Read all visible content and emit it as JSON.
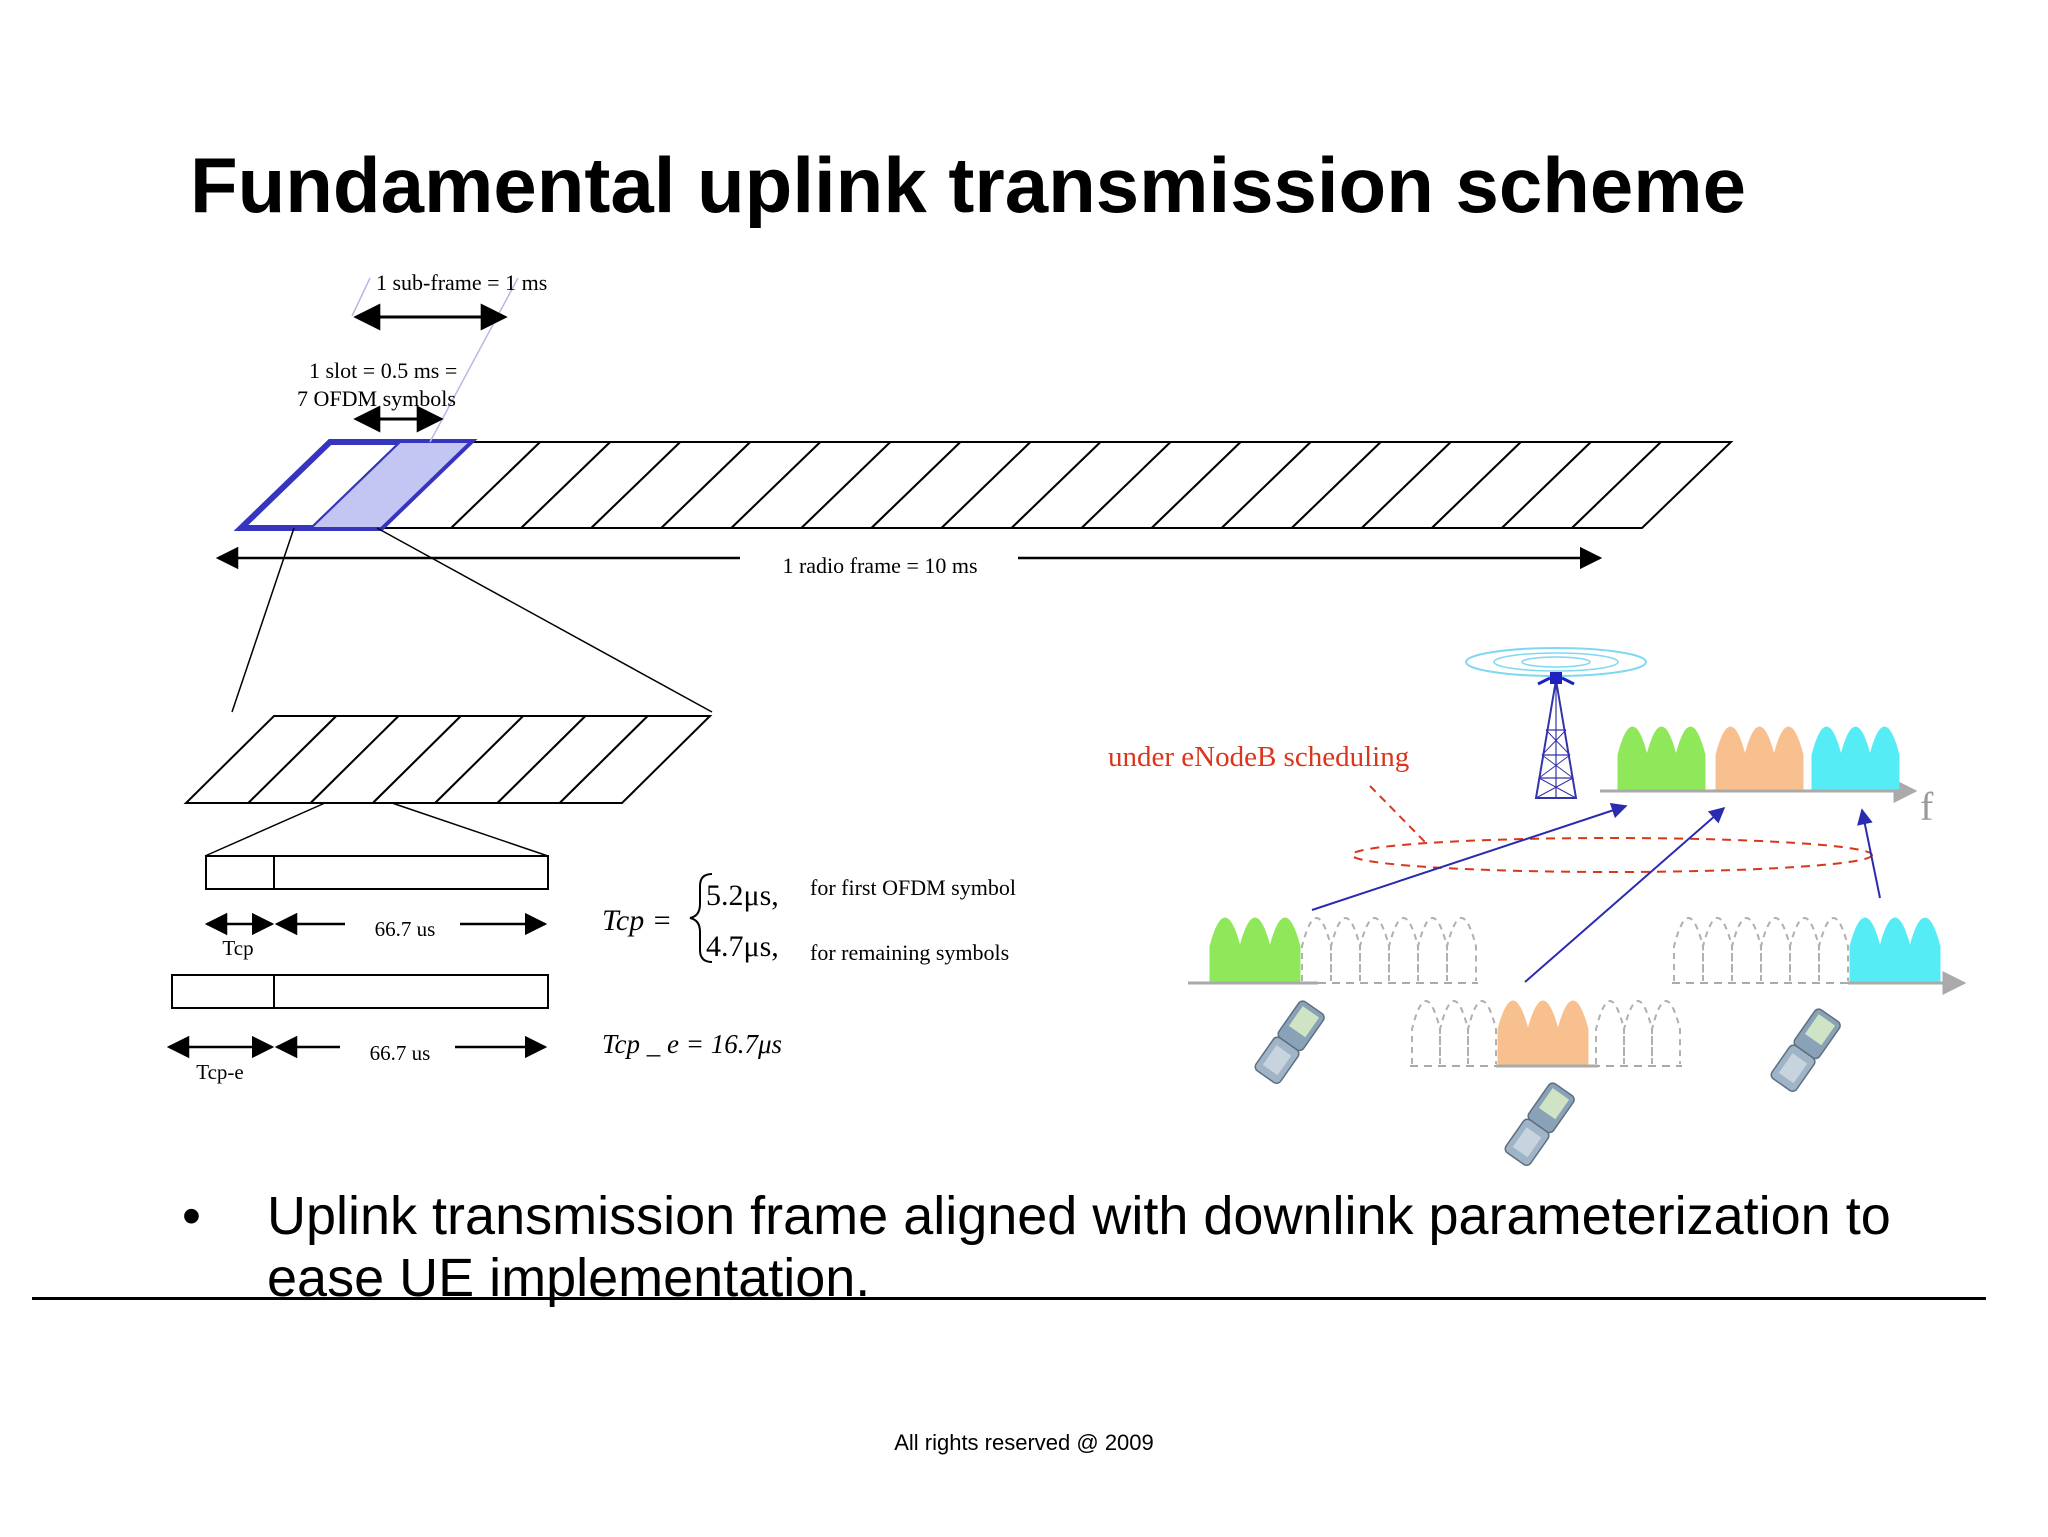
{
  "title": "Fundamental uplink transmission scheme",
  "frame_diagram": {
    "subframe_label": "1 sub-frame = 1 ms",
    "slot_label_line1": "1 slot = 0.5 ms =",
    "slot_label_line2": "7 OFDM symbols",
    "radio_frame_label": "1 radio frame = 10 ms",
    "subframe_count": 20,
    "symbols_per_slot": 7
  },
  "cp_diagram": {
    "normal_symbol_duration": "66.7 us",
    "normal_cp_label": "Tcp",
    "extended_symbol_duration": "66.7 us",
    "extended_cp_label": "Tcp-e"
  },
  "equations": {
    "tcp_lhs": "Tcp =",
    "tcp_value1": "5.2μs,",
    "tcp_cond1": "for first OFDM symbol",
    "tcp_value2": "4.7μs,",
    "tcp_cond2": "for remaining  symbols",
    "tcp_e": "Tcp _ e = 16.7μs"
  },
  "scheduling": {
    "label": "under eNodeB scheduling",
    "axis_label": "f",
    "colors": {
      "ue1": "#8fe85a",
      "ue2": "#f8c08f",
      "ue3": "#55ecf6",
      "label": "#d9361c",
      "arrow": "#2b2bb0"
    }
  },
  "bullets": [
    "Uplink transmission frame aligned with downlink parameterization to ease UE implementation."
  ],
  "bullet_symbol": "•",
  "footer": "All rights reserved @ 2009"
}
